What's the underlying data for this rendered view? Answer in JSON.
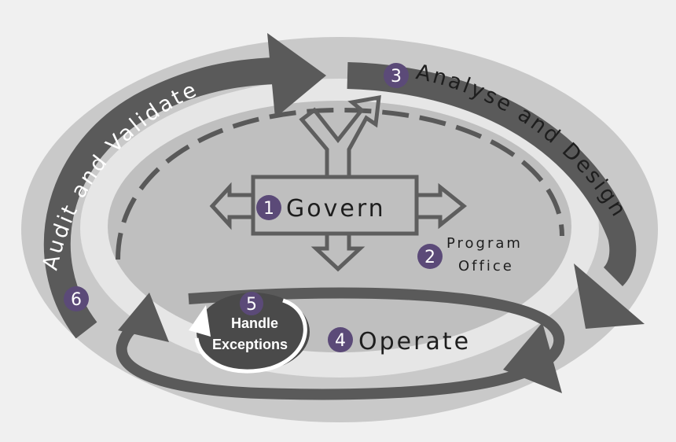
{
  "steps": [
    {
      "number": "1",
      "label": "Govern"
    },
    {
      "number": "2",
      "label_line1": "Program",
      "label_line2": "Office"
    },
    {
      "number": "3",
      "label": "Analyse and Design"
    },
    {
      "number": "4",
      "label": "Operate"
    },
    {
      "number": "5",
      "label_line1": "Handle",
      "label_line2": "Exceptions"
    },
    {
      "number": "6",
      "label": "Audit and Validate"
    }
  ],
  "colors": {
    "background": "#f0f0f0",
    "outer_ellipse": "#c7c7c7",
    "inner_ellipse": "#bdbdbd",
    "white_ring": "#e8e8e8",
    "arrow": "#595959",
    "badge": "#5b4a78",
    "exceptions_fill": "#4e4e4e"
  }
}
